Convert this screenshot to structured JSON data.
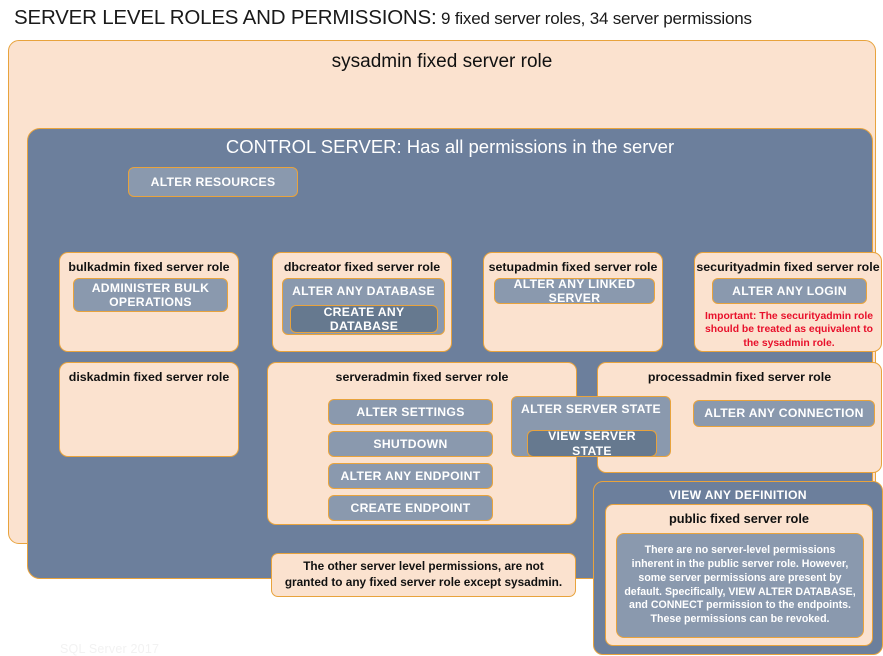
{
  "title": {
    "main": "SERVER LEVEL ROLES AND PERMISSIONS:",
    "sub": " 9 fixed server roles, 34 server permissions"
  },
  "sysadmin": {
    "label": "sysadmin  fixed  server  role"
  },
  "control_server": {
    "label": "CONTROL SERVER: Has all permissions in the server"
  },
  "roles": {
    "bulkadmin": {
      "title": "bulkadmin  fixed server role",
      "permissions": [
        "ADMINISTER  BULK OPERATIONS"
      ]
    },
    "dbcreator": {
      "title": "dbcreator fixed server role",
      "permissions": [
        "ALTER ANY DATABASE",
        "CREATE  ANY DATABASE"
      ]
    },
    "setupadmin": {
      "title": "setupadmin fixed server role",
      "permissions": [
        "ALTER ANY LINKED SERVER"
      ]
    },
    "securityadmin": {
      "title": "securityadmin  fixed server role",
      "permissions": [
        "ALTER ANY LOGIN"
      ],
      "note": "Important:  The securityadmin role should  be treated as equivalent to the  sysadmin role."
    },
    "diskadmin": {
      "title": "diskadmin  fixed server role",
      "permissions": [
        "ALTER RESOURCES"
      ]
    },
    "serveradmin": {
      "title": "serveradmin fixed server role",
      "permissions": [
        "ALTER SETTINGS",
        "SHUTDOWN",
        "ALTER ANY ENDPOINT",
        "CREATE  ENDPOINT"
      ]
    },
    "processadmin": {
      "title": "processadmin fixed server role",
      "permissions": [
        "ALTER ANY CONNECTION"
      ]
    },
    "shared": {
      "alter_server_state": "ALTER SERVER  STATE",
      "view_server_state": "VIEW SERVER  STATE"
    },
    "public": {
      "view_any_definition": "VIEW ANY DEFINITION",
      "title": "public  fixed server role",
      "note": "There are no server-level permissions inherent in the public server role. However, some server permissions are present by default. Specifically, VIEW ALTER DATABASE, and CONNECT permission to the endpoints. These permissions can be revoked."
    }
  },
  "notes": {
    "other_permissions": "The other server level permissions,  are not granted to any fixed server role except sysadmin."
  },
  "footer": {
    "label": "SQL Server 2017"
  },
  "colors": {
    "peach_fill": "#FBE2CF",
    "slate_fill": "#6C7F9C",
    "chip_fill": "#8A99AE",
    "chip_fill_dark": "#66798F",
    "border_gold": "#E8A33D",
    "warning_red": "#E8102B"
  }
}
